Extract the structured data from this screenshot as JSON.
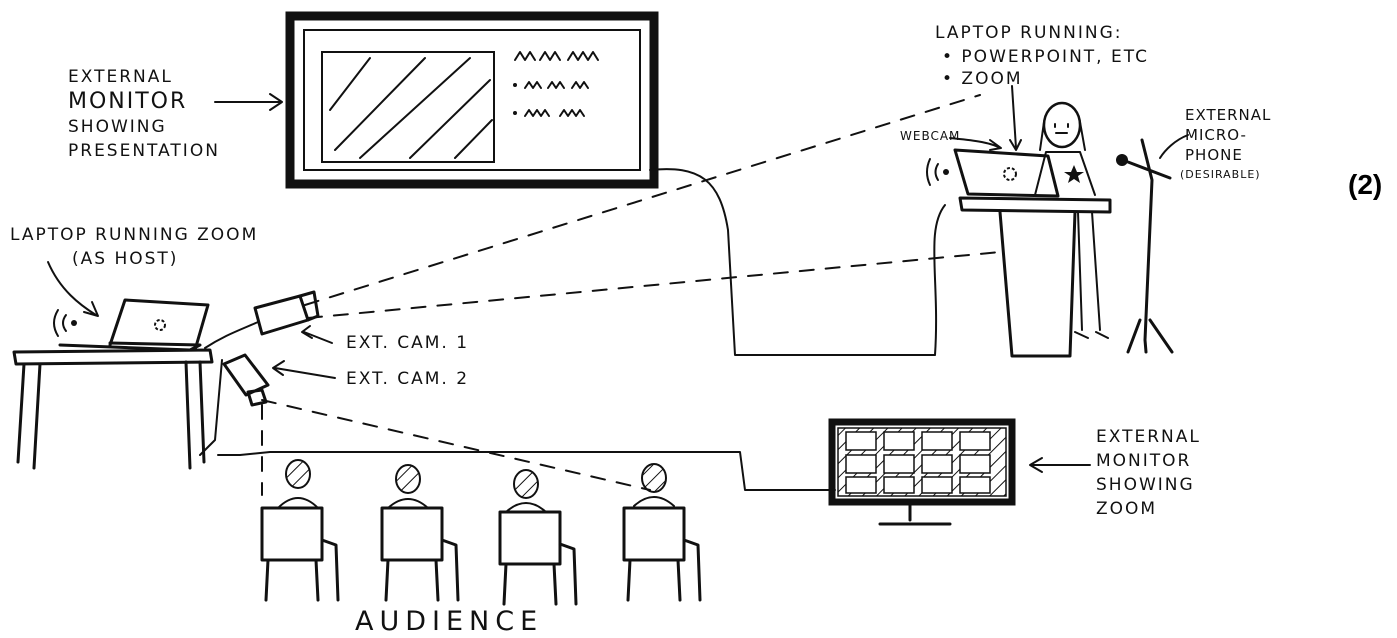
{
  "figure_tag": "(2)",
  "labels": {
    "external_monitor_presentation": [
      "EXTERNAL",
      "MONITOR",
      "SHOWING",
      "PRESENTATION"
    ],
    "laptop_running_title": "LAPTOP RUNNING:",
    "laptop_running_items": [
      "• POWERPOINT, ETC",
      "• ZOOM"
    ],
    "webcam": "WEBCAM",
    "external_microphone": [
      "EXTERNAL",
      "MICRO-",
      "PHONE",
      "(DESIRABLE)"
    ],
    "laptop_host": [
      "LAPTOP RUNNING ZOOM",
      "(AS HOST)"
    ],
    "ext_cam_1": "EXT. CAM. 1",
    "ext_cam_2": "EXT. CAM. 2",
    "external_monitor_zoom": [
      "EXTERNAL",
      "MONITOR",
      "SHOWING",
      "ZOOM"
    ],
    "audience": "AUDIENCE"
  }
}
